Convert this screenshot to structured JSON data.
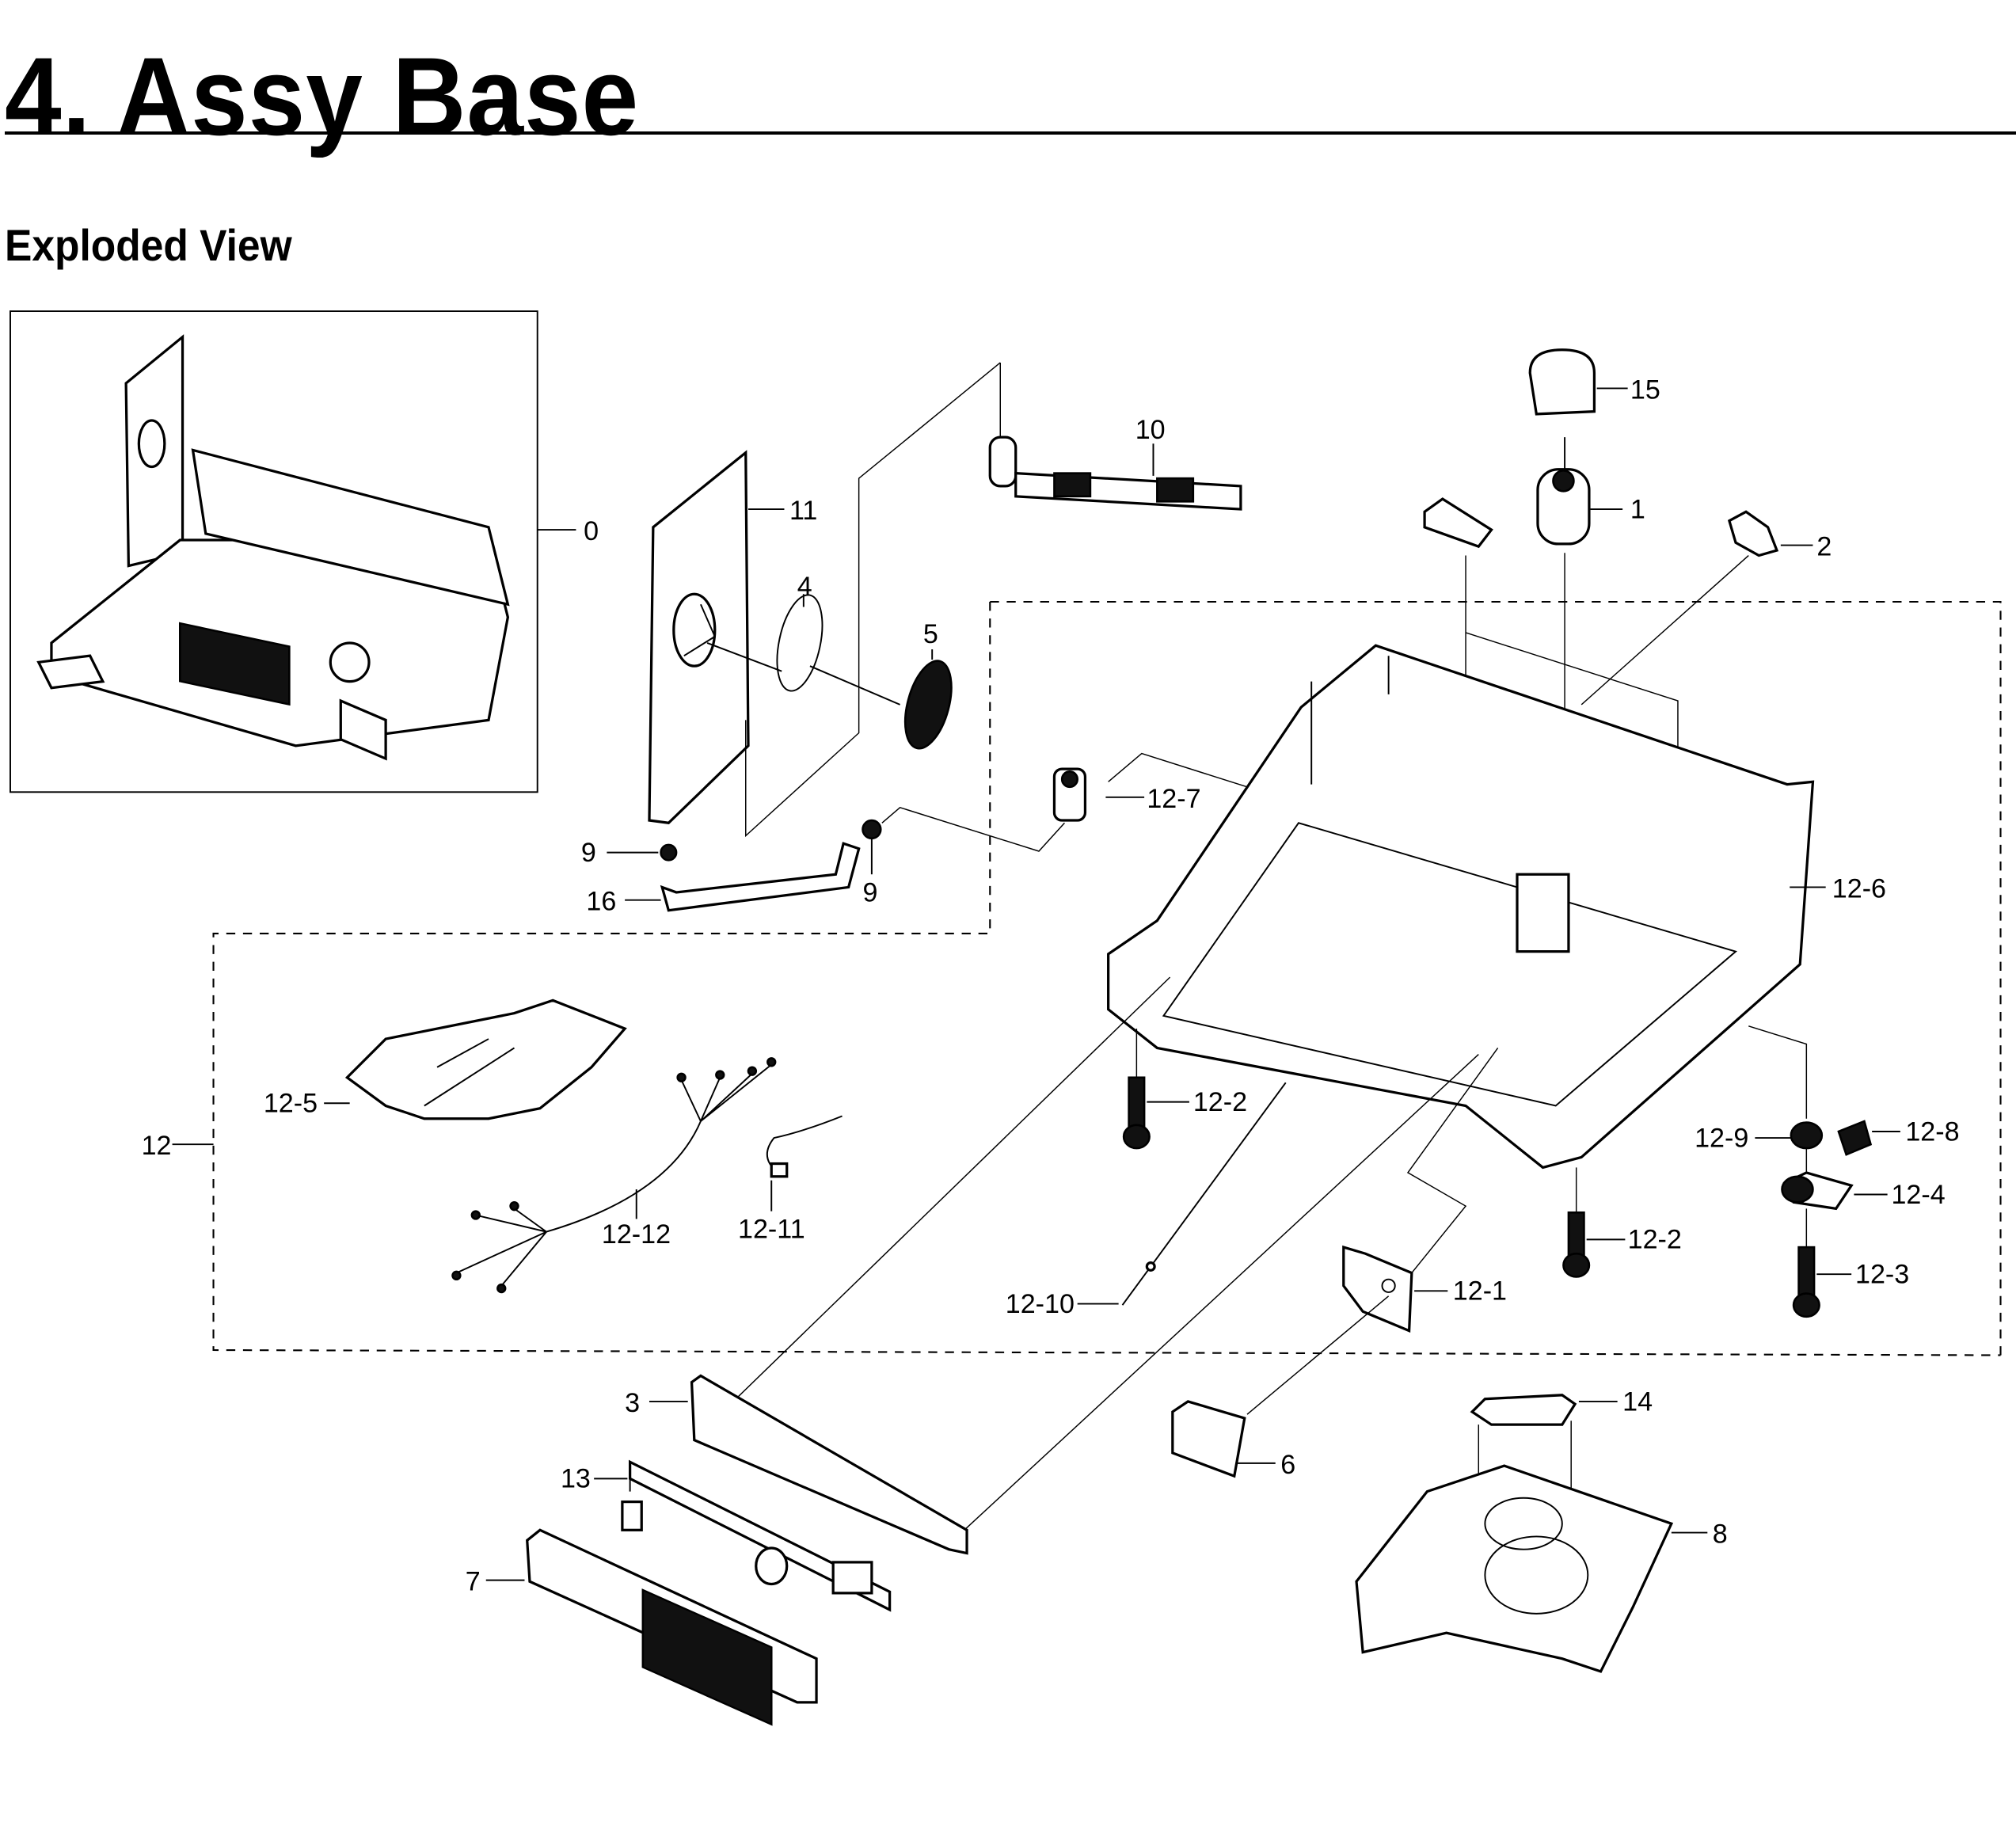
{
  "header": {
    "title": "4.  Assy Base",
    "section": "Exploded View"
  },
  "callouts": {
    "p0": "0",
    "p1": "1",
    "p2": "2",
    "p3": "3",
    "p4": "4",
    "p5": "5",
    "p6": "6",
    "p7": "7",
    "p8": "8",
    "p9a": "9",
    "p9b": "9",
    "p10": "10",
    "p11": "11",
    "p12": "12",
    "p12_1": "12-1",
    "p12_2a": "12-2",
    "p12_2b": "12-2",
    "p12_3": "12-3",
    "p12_4": "12-4",
    "p12_5": "12-5",
    "p12_6": "12-6",
    "p12_7": "12-7",
    "p12_8": "12-8",
    "p12_9": "12-9",
    "p12_10": "12-10",
    "p12_11": "12-11",
    "p12_12": "12-12",
    "p13": "13",
    "p14": "14",
    "p15": "15",
    "p16": "16"
  }
}
